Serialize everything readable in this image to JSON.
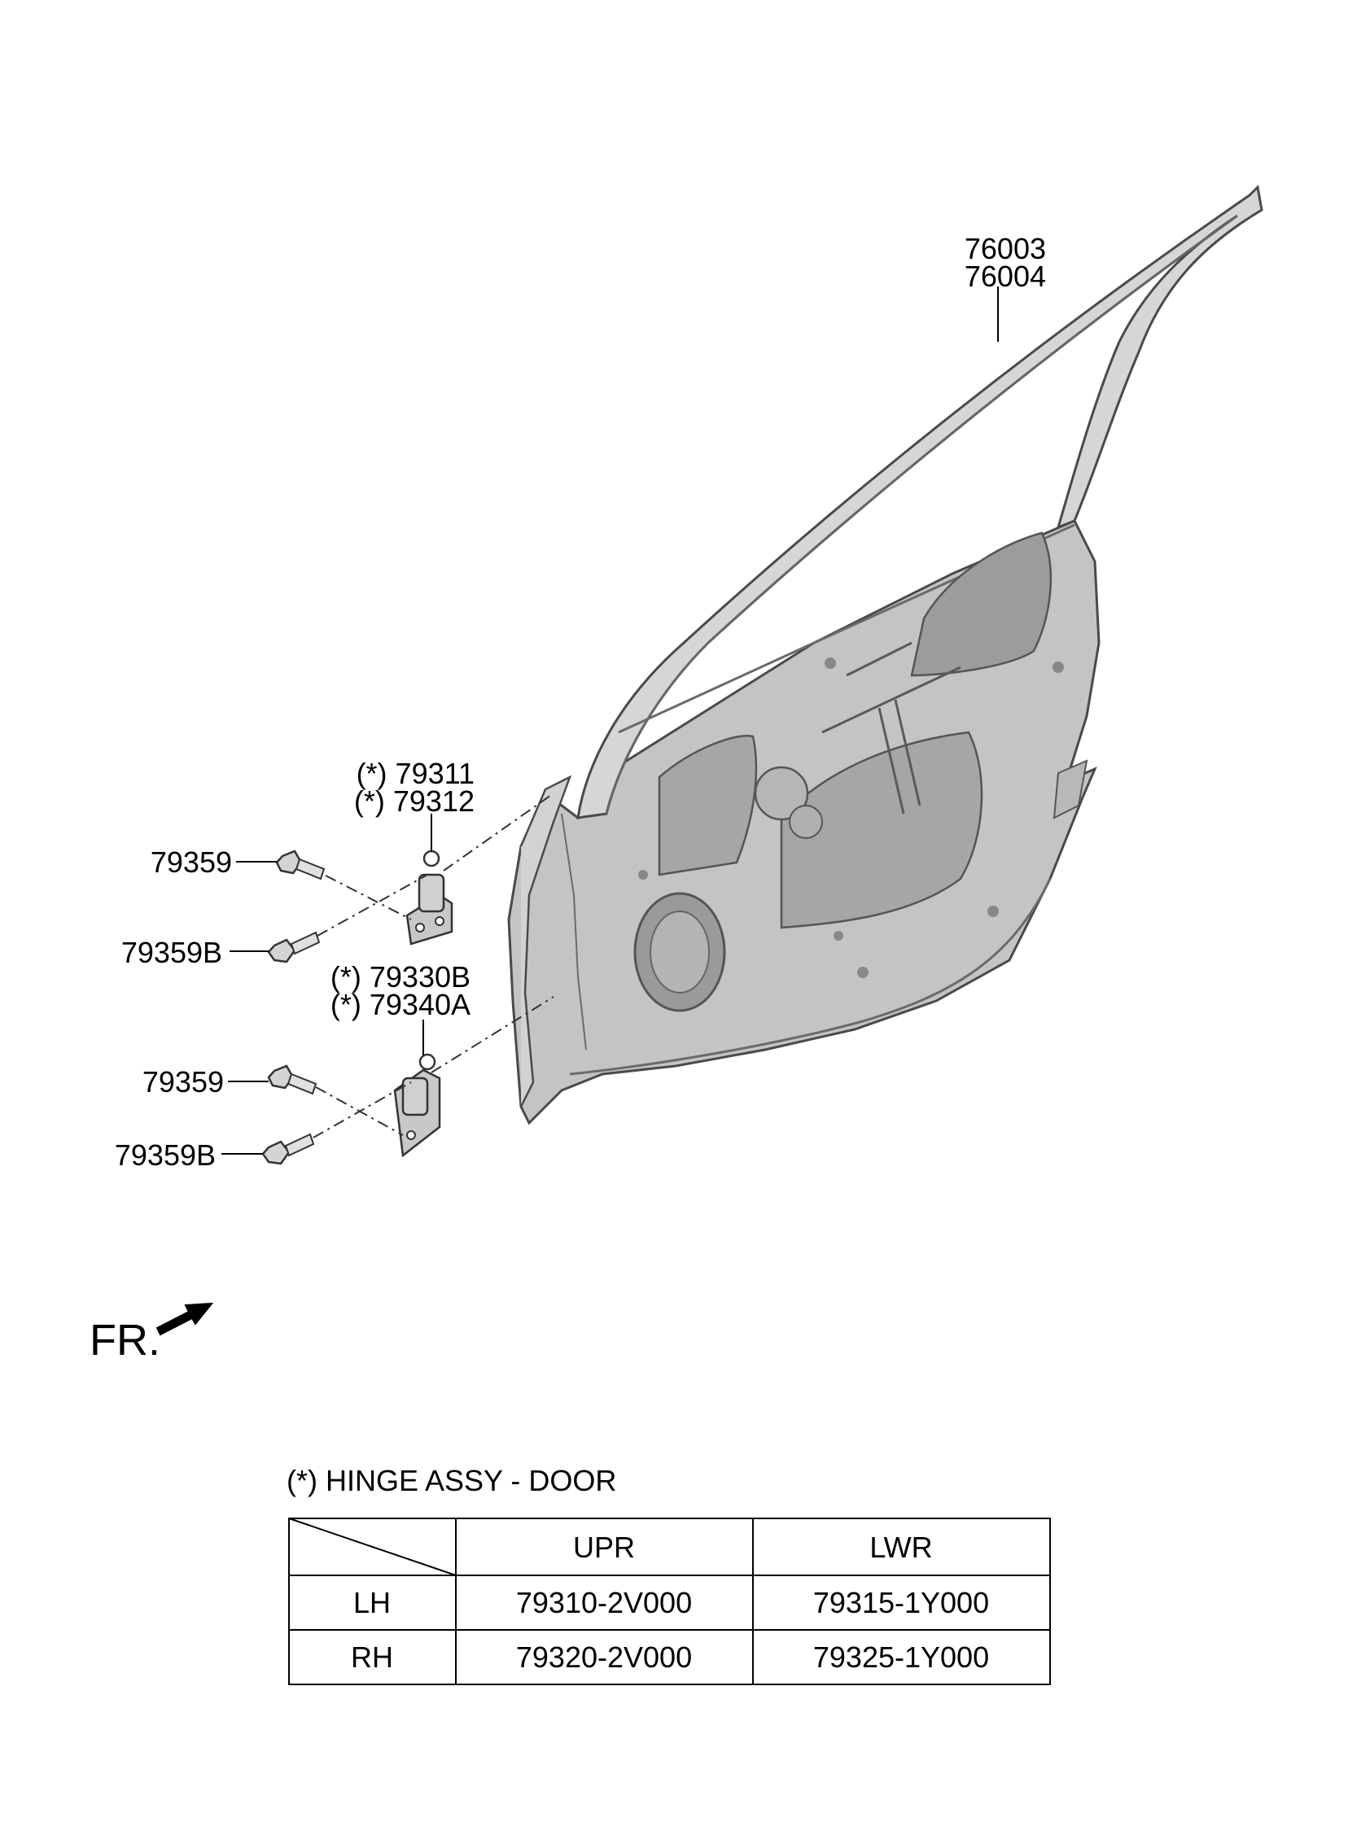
{
  "labels": {
    "door_panel": [
      "76003",
      "76004"
    ],
    "upper_hinge": [
      "(*) 79311",
      "(*) 79312"
    ],
    "lower_hinge": [
      "(*) 79330B",
      "(*) 79340A"
    ],
    "upper_bolt": "79359",
    "upper_bolt_b": "79359B",
    "lower_bolt": "79359",
    "lower_bolt_b": "79359B",
    "front_indicator": "FR."
  },
  "hinge_table": {
    "title": "(*) HINGE ASSY - DOOR",
    "columns": [
      "UPR",
      "LWR"
    ],
    "rows": [
      {
        "side": "LH",
        "upr": "79310-2V000",
        "lwr": "79315-1Y000"
      },
      {
        "side": "RH",
        "upr": "79320-2V000",
        "lwr": "79325-1Y000"
      }
    ]
  }
}
